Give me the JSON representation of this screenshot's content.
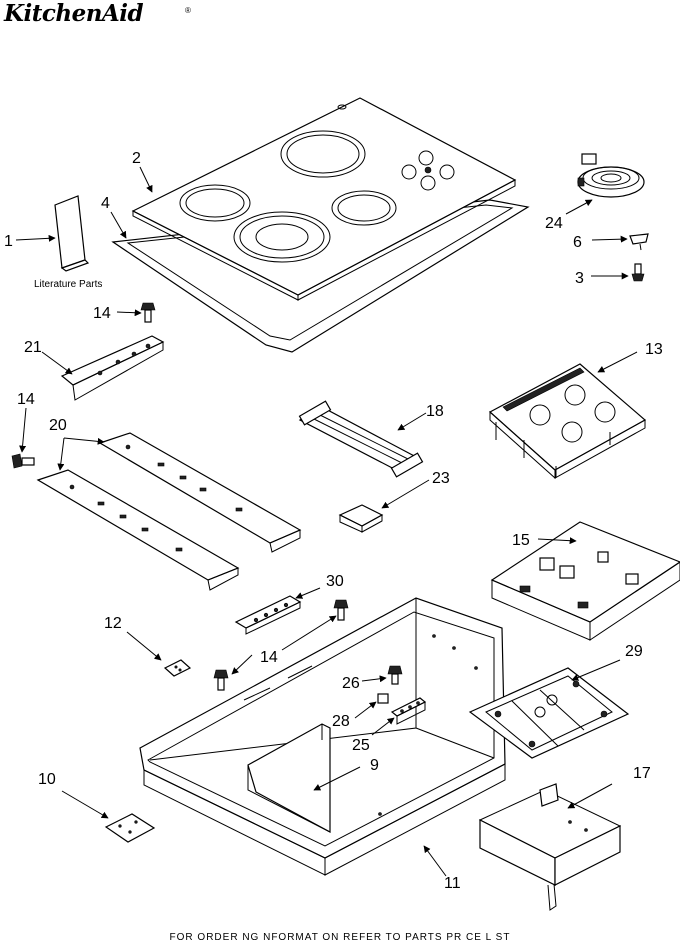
{
  "header": {
    "brand": "KitchenAid",
    "reg_mark": "®"
  },
  "callouts": {
    "c1": "1",
    "c2": "2",
    "c3": "3",
    "c4": "4",
    "c6": "6",
    "c9": "9",
    "c10": "10",
    "c11": "11",
    "c12": "12",
    "c13": "13",
    "c14a": "14",
    "c14b": "14",
    "c14c": "14",
    "c15": "15",
    "c17": "17",
    "c18": "18",
    "c20": "20",
    "c21": "21",
    "c23": "23",
    "c24": "24",
    "c25": "25",
    "c26": "26",
    "c28": "28",
    "c29": "29",
    "c30": "30"
  },
  "labels": {
    "literature": "Literature Parts"
  },
  "footer": {
    "text": "FOR ORDER NG NFORMAT ON REFER TO PARTS PR CE L ST"
  }
}
